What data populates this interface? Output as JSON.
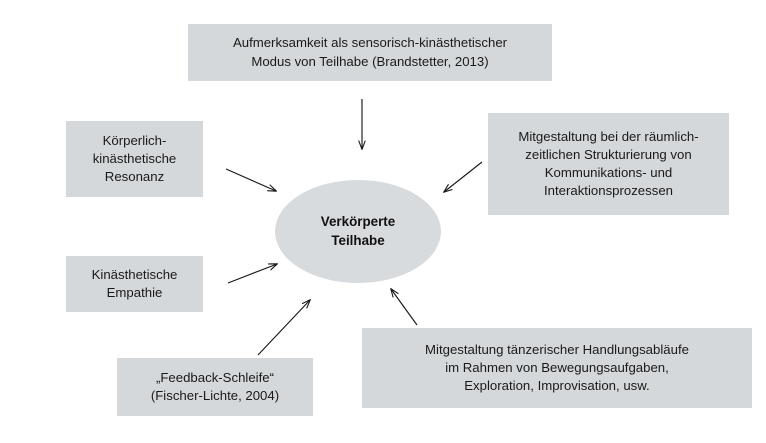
{
  "diagram": {
    "title": "Verkörperte Teilhabe",
    "center": {
      "label": "Verkörperte\nTeilhabe",
      "shape": "ellipse",
      "fill": "#d8dbdd"
    },
    "box_fill": "#d5d8da",
    "text_color": "#1a1a1a",
    "background": "#ffffff",
    "arrow_color": "#1a1a1a",
    "nodes": [
      {
        "id": "top",
        "label": "Aufmerksamkeit als sensorisch-kinästhetischer\nModus von Teilhabe (Brandstetter, 2013)",
        "position": "top"
      },
      {
        "id": "left-upper",
        "label": "Körperlich-\nkinästhetische\nResonanz",
        "position": "left-upper"
      },
      {
        "id": "right",
        "label": "Mitgestaltung bei der räumlich-\nzeitlichen Strukturierung von\nKommunikations- und\nInteraktionsprozessen",
        "position": "right"
      },
      {
        "id": "left-lower",
        "label": "Kinästhetische\nEmpathie",
        "position": "left-lower"
      },
      {
        "id": "bottom-left",
        "label": "„Feedback-Schleife“\n(Fischer-Lichte, 2004)",
        "position": "bottom-left"
      },
      {
        "id": "bottom-right",
        "label": "Mitgestaltung tänzerischer Handlungsabläufe\nim Rahmen von Bewegungsaufgaben,\nExploration, Improvisation, usw.",
        "position": "bottom-right"
      }
    ],
    "arrows": [
      {
        "id": "top-to-center",
        "from": "top",
        "to": "center",
        "direction": "down"
      },
      {
        "id": "left-upper-to-center",
        "from": "left-upper",
        "to": "center",
        "direction": "down-right"
      },
      {
        "id": "right-to-center",
        "from": "right",
        "to": "center",
        "direction": "down-left"
      },
      {
        "id": "left-lower-to-center",
        "from": "left-lower",
        "to": "center",
        "direction": "up-right"
      },
      {
        "id": "bottom-left-to-center",
        "from": "bottom-left",
        "to": "center",
        "direction": "up-right"
      },
      {
        "id": "bottom-right-to-center",
        "from": "bottom-right",
        "to": "center",
        "direction": "up-left"
      }
    ]
  }
}
